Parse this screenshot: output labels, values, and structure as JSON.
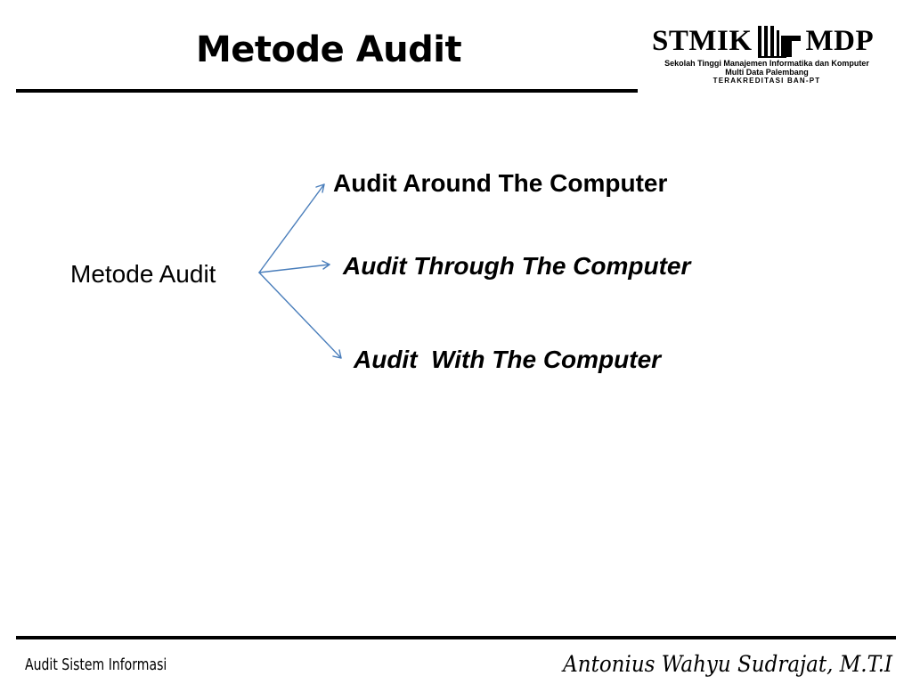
{
  "slide": {
    "title": "Metode Audit"
  },
  "logo": {
    "word_left": "STMIK",
    "word_right": "MDP",
    "line1": "Sekolah Tinggi Manajemen Informatika dan Komputer",
    "line2": "Multi Data Palembang",
    "line3": "TERAKREDITASI BAN-PT",
    "mark_icon": "stmik-mdp-book-icon"
  },
  "diagram": {
    "root": "Metode Audit",
    "branches": [
      "Audit Around The Computer",
      "Audit Through The Computer",
      "Audit  With The Computer"
    ],
    "arrow_color": "#4a7ebb"
  },
  "footer": {
    "course": "Audit Sistem Informasi",
    "author": "Antonius Wahyu Sudrajat, M.T.I"
  }
}
